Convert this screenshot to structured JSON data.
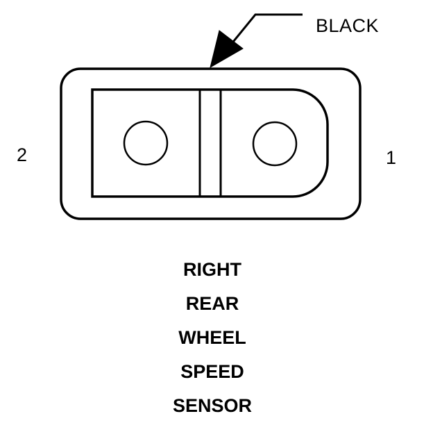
{
  "connector": {
    "wire_color_label": "BLACK",
    "pin_left_label": "2",
    "pin_right_label": "1",
    "pin_count": 2,
    "stroke_color": "#000000",
    "background_color": "#ffffff"
  },
  "caption": {
    "lines": [
      "RIGHT",
      "REAR",
      "WHEEL",
      "SPEED",
      "SENSOR"
    ]
  }
}
